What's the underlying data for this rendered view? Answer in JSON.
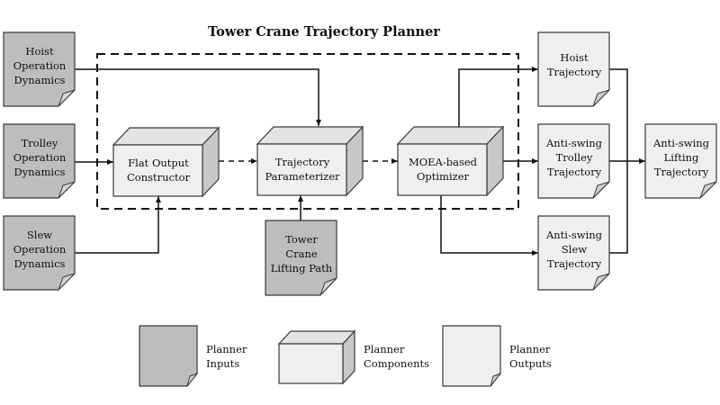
{
  "title": "Tower Crane Trajectory Planner",
  "colors": {
    "input_fill": "#bdbdbd",
    "output_fill": "#efefef",
    "component_front": "#efefef",
    "component_top": "#e4e4e4",
    "component_side": "#c8c8c8",
    "stroke": "#3a3a3a",
    "line": "#111111"
  },
  "inputs": {
    "hoist": [
      "Hoist",
      "Operation",
      "Dynamics"
    ],
    "trolley": [
      "Trolley",
      "Operation",
      "Dynamics"
    ],
    "slew": [
      "Slew",
      "Operation",
      "Dynamics"
    ],
    "path": [
      "Tower",
      "Crane",
      "Lifting Path"
    ]
  },
  "components": {
    "flat": [
      "Flat Output",
      "Constructor"
    ],
    "param": [
      "Trajectory",
      "Parameterizer"
    ],
    "moea": [
      "MOEA-based",
      "Optimizer"
    ]
  },
  "outputs": {
    "hoist": [
      "Hoist",
      "Trajectory"
    ],
    "trolley": [
      "Anti-swing",
      "Trolley",
      "Trajectory"
    ],
    "slew": [
      "Anti-swing",
      "Slew",
      "Trajectory"
    ],
    "final": [
      "Anti-swing",
      "Lifting",
      "Trajectory"
    ]
  },
  "legend": {
    "inputs": [
      "Planner",
      "Inputs"
    ],
    "components": [
      "Planner",
      "Components"
    ],
    "outputs": [
      "Planner",
      "Outputs"
    ]
  }
}
